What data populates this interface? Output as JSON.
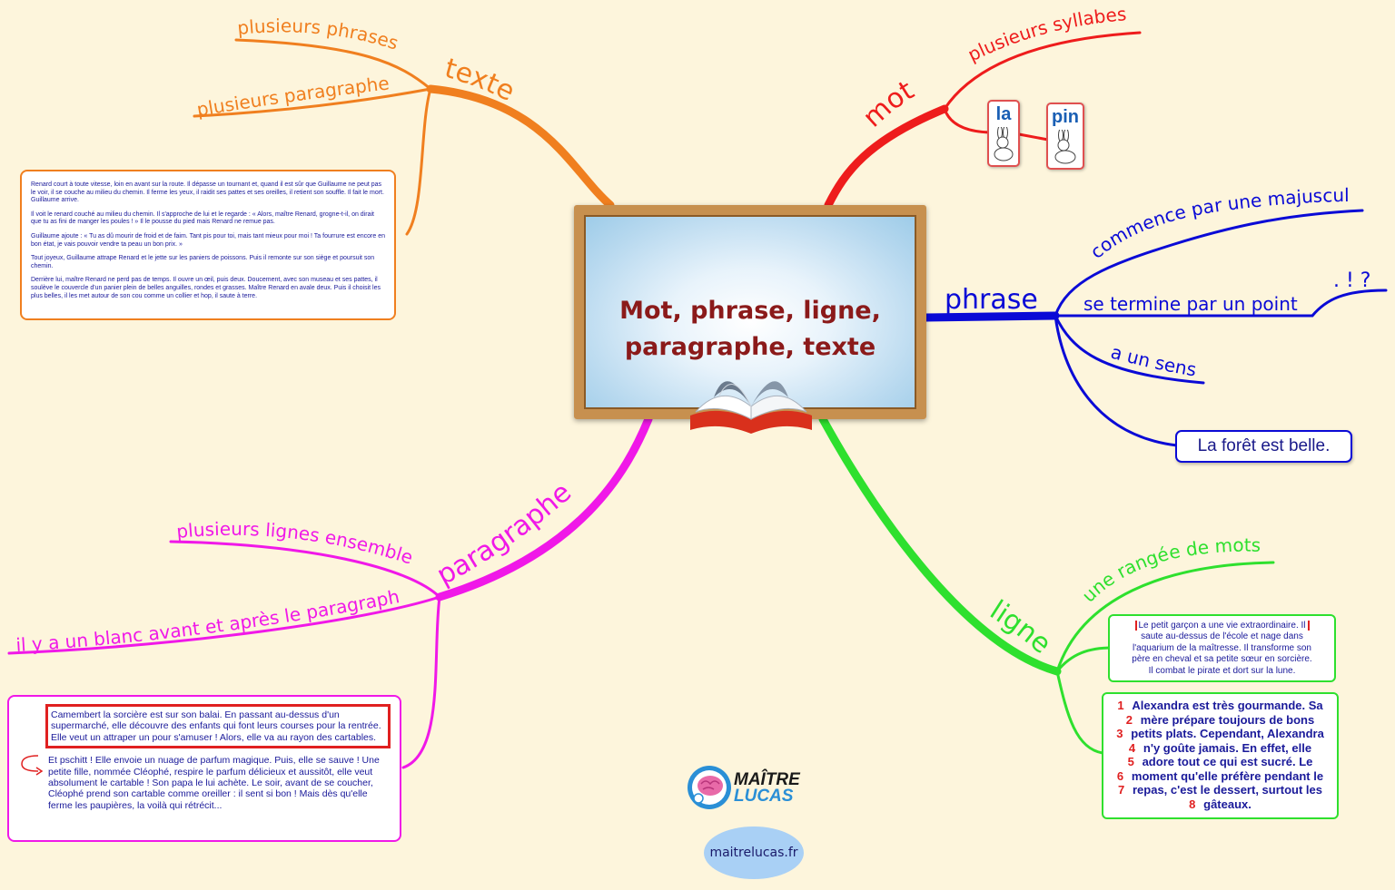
{
  "central": {
    "title_line1": "Mot, phrase, ligne,",
    "title_line2": "paragraphe, texte"
  },
  "branches": {
    "texte": {
      "label": "texte",
      "color": "#f07f1f",
      "items": [
        "plusieurs phrases",
        "plusieurs paragraphes"
      ],
      "example": [
        "Renard court à toute vitesse, loin en avant sur la route. Il dépasse un tournant et, quand il est sûr que Guillaume ne peut pas le voir, il se couche au milieu du chemin. Il ferme les yeux, il raidit ses pattes et ses oreilles, il retient son souffle. Il fait le mort. Guillaume arrive.",
        "Il voit le renard couché au milieu du chemin. Il s'approche de lui et le regarde : « Alors, maître Renard, grogne-t-il, on dirait que tu as fini de manger les poules ! » Il le pousse du pied mais Renard ne remue pas.",
        "Guillaume ajoute : « Tu as dû mourir de froid et de faim. Tant pis pour toi, mais tant mieux pour moi ! Ta fourrure est encore en bon état, je vais pouvoir vendre ta peau un bon prix. »",
        "Tout joyeux, Guillaume attrape Renard et le jette sur les paniers de poissons. Puis il remonte sur son siège et poursuit son chemin.",
        "Derrière lui, maître Renard ne perd pas de temps. Il ouvre un œil, puis deux. Doucement, avec son museau et ses pattes, il soulève le couvercle d'un panier plein de belles anguilles, rondes et grasses. Maître Renard en avale deux. Puis il choisit les plus belles, il les met autour de son cou comme un collier et hop, il saute à terre."
      ]
    },
    "mot": {
      "label": "mot",
      "color": "#ee1c1c",
      "items": [
        "plusieurs syllabes"
      ],
      "syllables": [
        "la",
        "pin"
      ]
    },
    "phrase": {
      "label": "phrase",
      "color": "#0a0ad6",
      "items": [
        "commence par une majuscule",
        "se termine par un point",
        "a un sens"
      ],
      "punctuation": ". ! ?",
      "example": "La forêt est belle."
    },
    "ligne": {
      "label": "ligne",
      "color": "#2ee02e",
      "items": [
        "une rangée de mots"
      ],
      "example_first": "Le petit garçon a une vie extraordinaire. Il",
      "example_rest": [
        "saute au-dessus de l'école et nage dans",
        "l'aquarium de la maîtresse. Il transforme son",
        "père en cheval et sa petite sœur en sorcière.",
        "Il combat le pirate et dort sur la lune."
      ],
      "numbered_lines": [
        {
          "n": "1",
          "text": "Alexandra est très gourmande. Sa"
        },
        {
          "n": "2",
          "text": "mère prépare toujours de bons"
        },
        {
          "n": "3",
          "text": "petits plats. Cependant, Alexandra"
        },
        {
          "n": "4",
          "text": "n'y goûte jamais. En effet, elle"
        },
        {
          "n": "5",
          "text": "adore tout ce qui est sucré. Le"
        },
        {
          "n": "6",
          "text": "moment qu'elle préfère pendant le"
        },
        {
          "n": "7",
          "text": "repas, c'est le dessert, surtout les"
        },
        {
          "n": "8",
          "text": "gâteaux."
        }
      ]
    },
    "paragraphe": {
      "label": "paragraphe",
      "color": "#f018e8",
      "items": [
        "plusieurs lignes ensemble",
        "il y a un blanc avant et après le paragraphe"
      ],
      "example_p1": "Camembert la sorcière est sur son balai. En passant au-dessus d'un supermarché, elle découvre des enfants qui font leurs courses pour la rentrée. Elle veut un attraper un pour s'amuser ! Alors, elle va au rayon des cartables.",
      "example_p2": "Et pschitt ! Elle envoie un nuage de parfum magique. Puis, elle se sauve ! Une petite fille, nommée Cléophé, respire le parfum délicieux et aussitôt, elle veut absolument le cartable ! Son papa le lui achète. Le soir, avant de se coucher, Cléophé prend son cartable comme oreiller : il sent si bon ! Mais dès qu'elle ferme les paupières, la voilà qui rétrécit..."
    }
  },
  "logo": {
    "line1": "MAÎTRE",
    "line2": "LUCAS",
    "site": "maitrelucas.fr"
  },
  "icons": {
    "book": "open-book-icon",
    "rabbit": "rabbit-icon",
    "brain": "brain-icon",
    "arrow": "return-arrow-icon"
  }
}
